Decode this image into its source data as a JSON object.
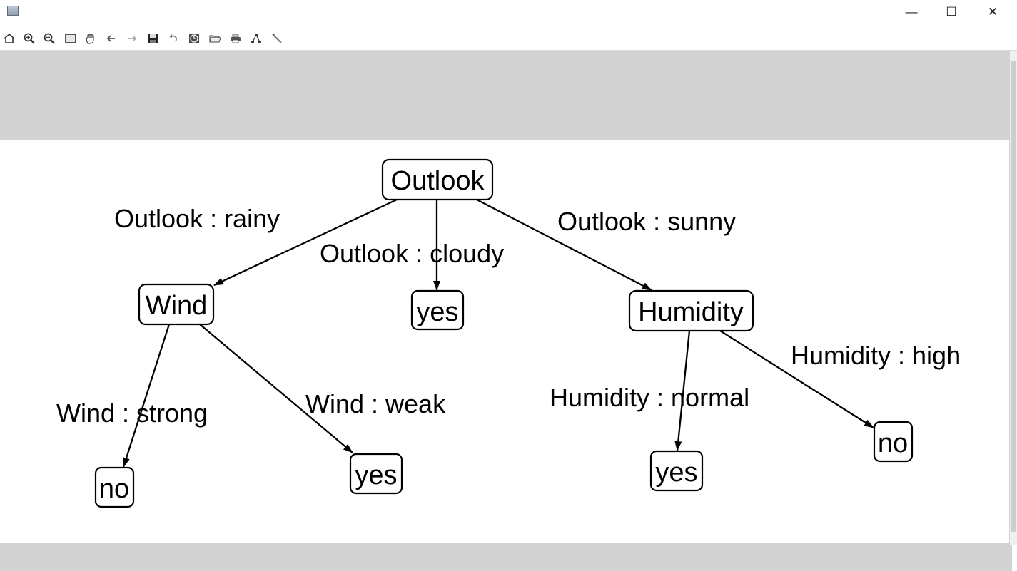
{
  "window": {
    "minimize_glyph": "—",
    "maximize_glyph": "☐",
    "close_glyph": "✕"
  },
  "toolbar": {
    "icons": [
      "home-icon",
      "zoom-in-icon",
      "zoom-out-icon",
      "fit-page-icon",
      "pan-hand-icon",
      "back-arrow-icon",
      "forward-arrow-icon",
      "save-icon",
      "undo-icon",
      "clock-icon",
      "open-folder-icon",
      "print-icon",
      "tree-layout-icon",
      "edit-pen-icon"
    ]
  },
  "tree": {
    "nodes": {
      "outlook": "Outlook",
      "wind": "Wind",
      "yes_cloudy": "yes",
      "humidity": "Humidity",
      "no_strong": "no",
      "yes_weak": "yes",
      "yes_normal": "yes",
      "no_high": "no"
    },
    "edges": {
      "rainy": "Outlook : rainy",
      "cloudy": "Outlook : cloudy",
      "sunny": "Outlook : sunny",
      "strong": "Wind : strong",
      "weak": "Wind : weak",
      "normal": "Humidity : normal",
      "high": "Humidity : high"
    }
  }
}
